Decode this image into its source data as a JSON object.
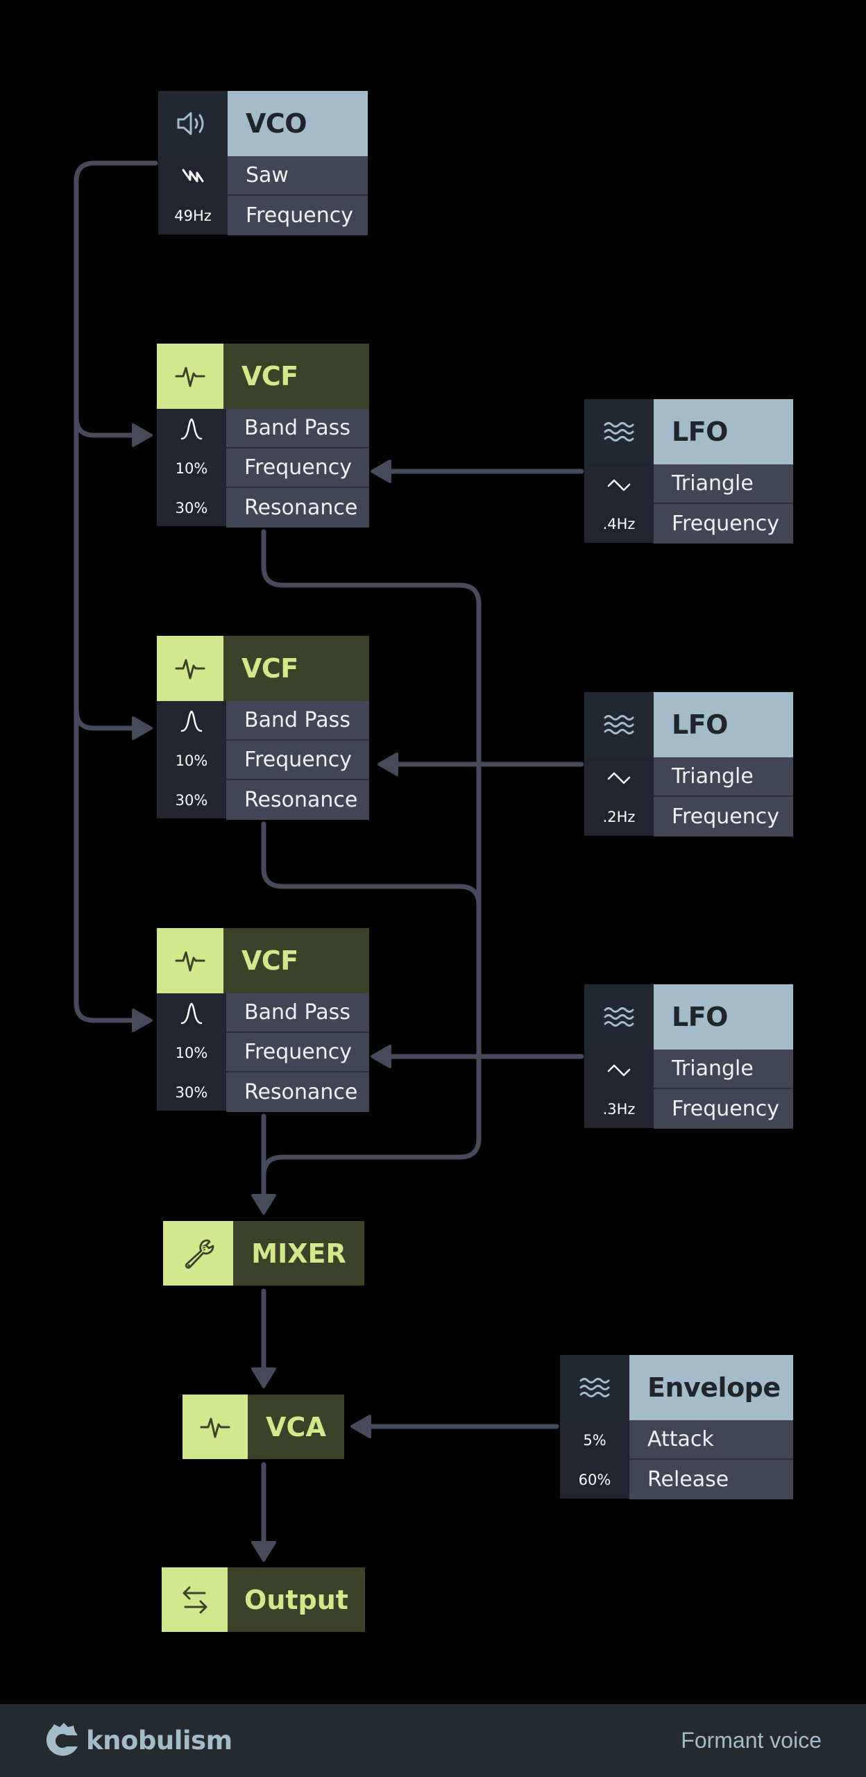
{
  "colors": {
    "background": "#000000",
    "wire": "#464a5c",
    "source_header": "#a3bcc9",
    "processor_header": "#3c4228",
    "processor_accent": "#d2e88d",
    "param_label_bg": "#424556",
    "param_value_bg": "#22252f",
    "footer_bg": "#252a31"
  },
  "modules": {
    "vco": {
      "title": "VCO",
      "icon": "speaker-icon",
      "params": [
        {
          "icon": "saw-wave-icon",
          "value": "",
          "label": "Saw"
        },
        {
          "value": "49Hz",
          "label": "Frequency"
        }
      ]
    },
    "vcf1": {
      "title": "VCF",
      "icon": "pulse-icon",
      "params": [
        {
          "icon": "band-pass-icon",
          "value": "",
          "label": "Band Pass"
        },
        {
          "value": "10%",
          "label": "Frequency"
        },
        {
          "value": "30%",
          "label": "Resonance"
        }
      ]
    },
    "vcf2": {
      "title": "VCF",
      "icon": "pulse-icon",
      "params": [
        {
          "icon": "band-pass-icon",
          "value": "",
          "label": "Band Pass"
        },
        {
          "value": "10%",
          "label": "Frequency"
        },
        {
          "value": "30%",
          "label": "Resonance"
        }
      ]
    },
    "vcf3": {
      "title": "VCF",
      "icon": "pulse-icon",
      "params": [
        {
          "icon": "band-pass-icon",
          "value": "",
          "label": "Band Pass"
        },
        {
          "value": "10%",
          "label": "Frequency"
        },
        {
          "value": "30%",
          "label": "Resonance"
        }
      ]
    },
    "lfo1": {
      "title": "LFO",
      "icon": "waves-icon",
      "params": [
        {
          "icon": "triangle-wave-icon",
          "value": "",
          "label": "Triangle"
        },
        {
          "value": ".4Hz",
          "label": "Frequency"
        }
      ]
    },
    "lfo2": {
      "title": "LFO",
      "icon": "waves-icon",
      "params": [
        {
          "icon": "triangle-wave-icon",
          "value": "",
          "label": "Triangle"
        },
        {
          "value": ".2Hz",
          "label": "Frequency"
        }
      ]
    },
    "lfo3": {
      "title": "LFO",
      "icon": "waves-icon",
      "params": [
        {
          "icon": "triangle-wave-icon",
          "value": "",
          "label": "Triangle"
        },
        {
          "value": ".3Hz",
          "label": "Frequency"
        }
      ]
    },
    "mixer": {
      "title": "MIXER",
      "icon": "wrench-icon"
    },
    "vca": {
      "title": "VCA",
      "icon": "pulse-icon"
    },
    "envelope": {
      "title": "Envelope",
      "icon": "waves-icon",
      "params": [
        {
          "value": "5%",
          "label": "Attack"
        },
        {
          "value": "60%",
          "label": "Release"
        }
      ]
    },
    "output": {
      "title": "Output",
      "icon": "swap-arrows-icon"
    }
  },
  "connections": [
    {
      "from": "vco",
      "to": "vcf1"
    },
    {
      "from": "vco",
      "to": "vcf2"
    },
    {
      "from": "vco",
      "to": "vcf3"
    },
    {
      "from": "lfo1",
      "to": "vcf1.frequency"
    },
    {
      "from": "lfo2",
      "to": "vcf2.frequency"
    },
    {
      "from": "lfo3",
      "to": "vcf3.frequency"
    },
    {
      "from": "vcf1",
      "to": "mixer"
    },
    {
      "from": "vcf2",
      "to": "mixer"
    },
    {
      "from": "vcf3",
      "to": "mixer"
    },
    {
      "from": "mixer",
      "to": "vca"
    },
    {
      "from": "envelope",
      "to": "vca"
    },
    {
      "from": "vca",
      "to": "output"
    }
  ],
  "footer": {
    "brand": "knobulism",
    "patch_name": "Formant voice"
  }
}
